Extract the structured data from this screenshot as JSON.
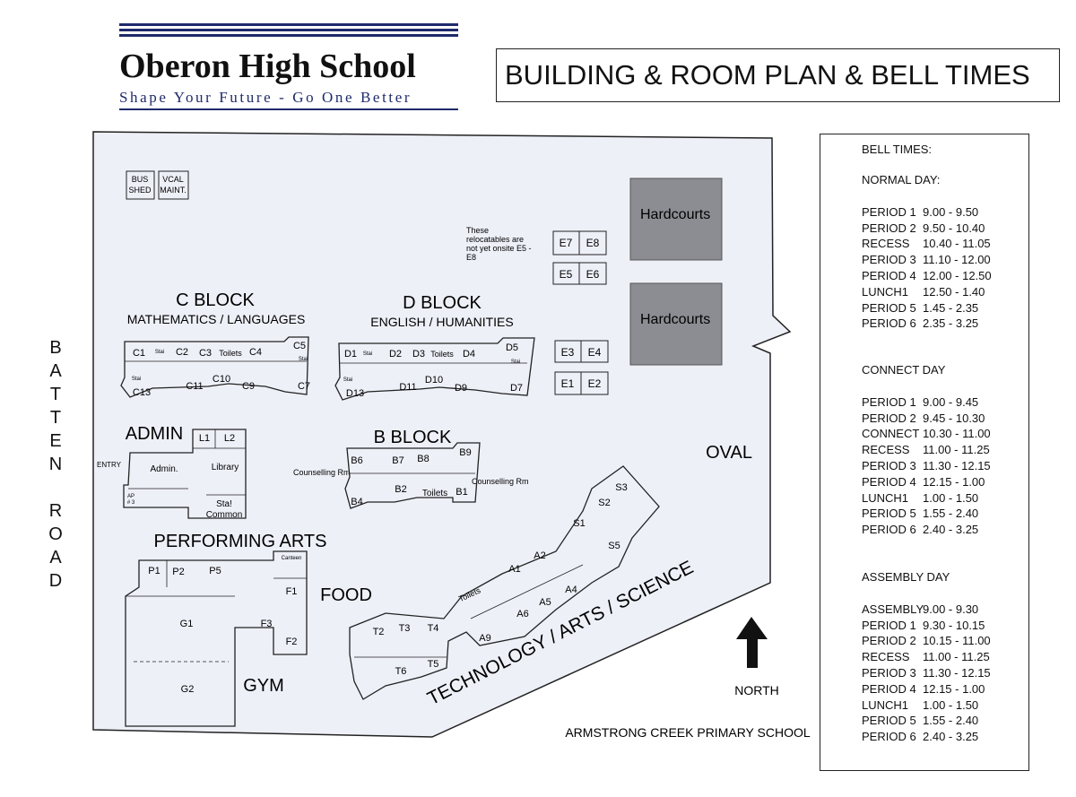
{
  "header": {
    "school_name": "Oberon High School",
    "slogan": "Shape Your Future - Go One Better",
    "title": "BUILDING & ROOM PLAN & BELL TIMES"
  },
  "map": {
    "road": [
      "B",
      "A",
      "T",
      "T",
      "E",
      "N",
      " ",
      "R",
      "O",
      "A",
      "D"
    ],
    "oval": "OVAL",
    "north": "NORTH",
    "neighbour": "ARMSTRONG CREEK PRIMARY SCHOOL",
    "bus_shed": [
      "BUS",
      "SHED"
    ],
    "vcal": [
      "VCAL",
      "MAINT."
    ],
    "relocatables_note": [
      "These",
      "relocatables are",
      "not yet onsite E5 -",
      "E8"
    ],
    "hardcourts": "Hardcourts",
    "c_block": {
      "title": "C BLOCK",
      "subtitle": "MATHEMATICS / LANGUAGES",
      "rooms_top": [
        "C1",
        "C2",
        "C3",
        "Toilets",
        "C4",
        "C5"
      ],
      "rooms_bottom": [
        "C13",
        "C11",
        "C10",
        "C9",
        "C7"
      ]
    },
    "d_block": {
      "title": "D BLOCK",
      "subtitle": "ENGLISH / HUMANITIES",
      "rooms_top": [
        "D1",
        "D2",
        "D3",
        "Toilets",
        "D4",
        "D5"
      ],
      "rooms_bottom": [
        "D13",
        "D11",
        "D10",
        "D9",
        "D7"
      ]
    },
    "e_rooms": [
      "E7",
      "E8",
      "E5",
      "E6",
      "E3",
      "E4",
      "E1",
      "E2"
    ],
    "stairs": "Stai",
    "admin": {
      "title": "ADMIN",
      "entry": "ENTRY",
      "admin": "Admin.",
      "library": "Library",
      "rooms": [
        "L1",
        "L2"
      ],
      "staff_common": [
        "Sta!",
        "Common"
      ],
      "ap": [
        "AP",
        "# 3"
      ]
    },
    "b_block": {
      "title": "B BLOCK",
      "counselling": "Counselling Rm",
      "rooms": [
        "B6",
        "B7",
        "B8",
        "B9",
        "B4",
        "B2",
        "Toilets",
        "B1"
      ]
    },
    "performing_arts": {
      "title": "PERFORMING ARTS",
      "rooms": [
        "P1",
        "P2",
        "P5"
      ],
      "canteen": "Canteen"
    },
    "food": {
      "title": "FOOD",
      "rooms": [
        "F1",
        "F3",
        "F2"
      ]
    },
    "gym": {
      "title": "GYM",
      "rooms": [
        "G1",
        "G2"
      ]
    },
    "tas": {
      "title": "TECHNOLOGY / ARTS / SCIENCE",
      "rooms": [
        "T2",
        "T3",
        "T4",
        "T6",
        "T5",
        "Toilets",
        "A1",
        "A2",
        "A9",
        "A6",
        "A5",
        "A4",
        "S1",
        "S2",
        "S3",
        "S5"
      ]
    }
  },
  "bell_times": {
    "title": "BELL TIMES:",
    "sections": [
      {
        "name": "NORMAL DAY:",
        "rows": [
          [
            "PERIOD 1",
            "9.00 - 9.50"
          ],
          [
            "PERIOD 2",
            "9.50 - 10.40"
          ],
          [
            "RECESS",
            "10.40 - 11.05"
          ],
          [
            "PERIOD 3",
            "11.10 - 12.00"
          ],
          [
            "PERIOD 4",
            "12.00 - 12.50"
          ],
          [
            "LUNCH1",
            "12.50 - 1.40"
          ],
          [
            "PERIOD 5",
            "1.45 - 2.35"
          ],
          [
            "PERIOD 6",
            "2.35 - 3.25"
          ]
        ]
      },
      {
        "name": "CONNECT DAY",
        "rows": [
          [
            "PERIOD 1",
            "9.00 - 9.45"
          ],
          [
            "PERIOD 2",
            "9.45 - 10.30"
          ],
          [
            "CONNECT",
            "10.30 - 11.00"
          ],
          [
            "RECESS",
            "11.00 - 11.25"
          ],
          [
            "PERIOD 3",
            "11.30 - 12.15"
          ],
          [
            "PERIOD 4",
            "12.15 - 1.00"
          ],
          [
            "LUNCH1",
            "1.00 - 1.50"
          ],
          [
            "PERIOD 5",
            "1.55 - 2.40"
          ],
          [
            "PERIOD 6",
            "2.40 - 3.25"
          ]
        ]
      },
      {
        "name": "ASSEMBLY DAY",
        "rows": [
          [
            "ASSEMBLY",
            "9.00 - 9.30"
          ],
          [
            "PERIOD 1",
            "9.30 - 10.15"
          ],
          [
            "PERIOD 2",
            "10.15 - 11.00"
          ],
          [
            "RECESS",
            "11.00 - 11.25"
          ],
          [
            "PERIOD 3",
            "11.30 - 12.15"
          ],
          [
            "PERIOD 4",
            "12.15 - 1.00"
          ],
          [
            "LUNCH1",
            "1.00 - 1.50"
          ],
          [
            "PERIOD 5",
            "1.55 - 2.40"
          ],
          [
            "PERIOD 6",
            "2.40 - 3.25"
          ]
        ]
      }
    ]
  }
}
